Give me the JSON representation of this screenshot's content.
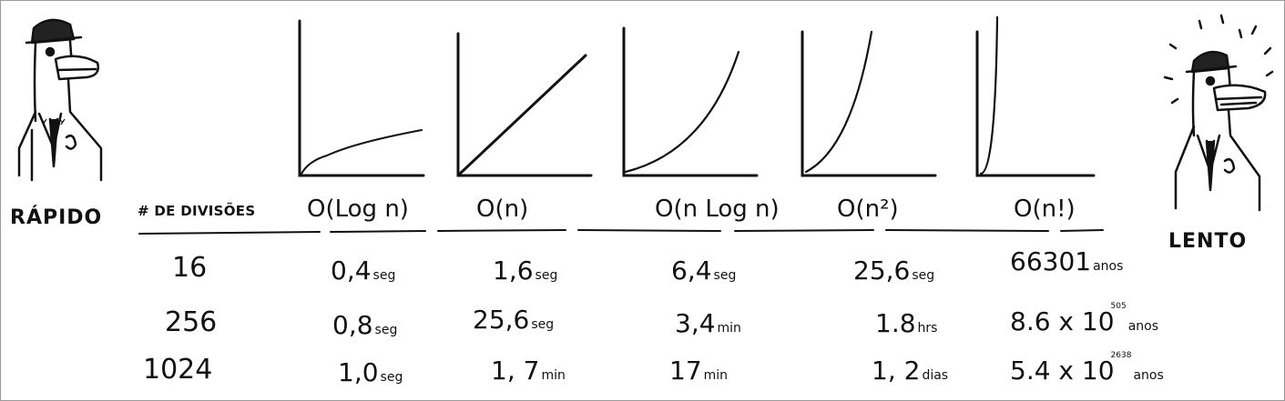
{
  "left_label": "RÁPIDO",
  "right_label": "LENTO",
  "divisions_header": "# DE DIVISÕES",
  "columns": [
    {
      "notation": "O(Log n)",
      "curve": "log"
    },
    {
      "notation": "O(n)",
      "curve": "linear"
    },
    {
      "notation": "O(n Log n)",
      "curve": "nlogn"
    },
    {
      "notation": "O(n²)",
      "curve": "square"
    },
    {
      "notation": "O(n!)",
      "curve": "factorial"
    }
  ],
  "rows": [
    {
      "divisions": "16",
      "times": [
        {
          "value": "0,4",
          "unit": "seg"
        },
        {
          "value": "1,6",
          "unit": "seg"
        },
        {
          "value": "6,4",
          "unit": "seg"
        },
        {
          "value": "25,6",
          "unit": "seg"
        },
        {
          "value": "66301",
          "unit": "anos"
        }
      ]
    },
    {
      "divisions": "256",
      "times": [
        {
          "value": "0,8",
          "unit": "seg"
        },
        {
          "value": "25,6",
          "unit": "seg"
        },
        {
          "value": "3,4",
          "unit": "min"
        },
        {
          "value": "1.8",
          "unit": "hrs"
        },
        {
          "value": "8.6 x 10",
          "exponent": "505",
          "unit": "anos"
        }
      ]
    },
    {
      "divisions": "1024",
      "times": [
        {
          "value": "1,0",
          "unit": "seg"
        },
        {
          "value": "1, 7",
          "unit": "min"
        },
        {
          "value": "17",
          "unit": "min"
        },
        {
          "value": "1, 2",
          "unit": "dias"
        },
        {
          "value": "5.4 x 10",
          "exponent": "2638",
          "unit": "anos"
        }
      ]
    }
  ]
}
